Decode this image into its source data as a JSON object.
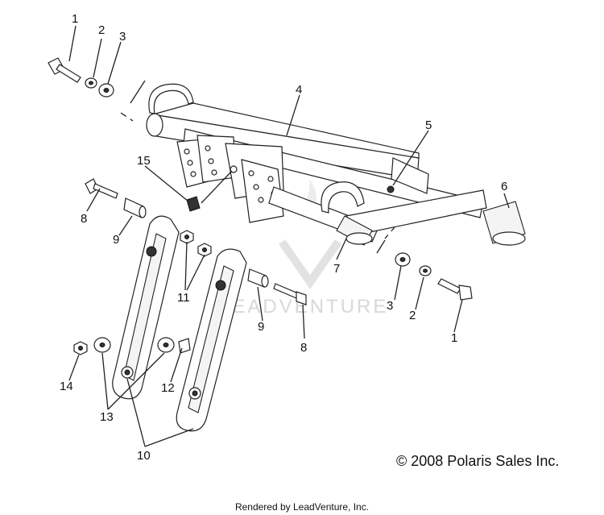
{
  "diagram": {
    "watermark": "LEADVENTURE",
    "callouts": [
      {
        "id": "c1a",
        "label": "1"
      },
      {
        "id": "c2a",
        "label": "2"
      },
      {
        "id": "c3a",
        "label": "3"
      },
      {
        "id": "c4",
        "label": "4"
      },
      {
        "id": "c5",
        "label": "5"
      },
      {
        "id": "c6",
        "label": "6"
      },
      {
        "id": "c15",
        "label": "15"
      },
      {
        "id": "c8a",
        "label": "8"
      },
      {
        "id": "c9a",
        "label": "9"
      },
      {
        "id": "c11",
        "label": "11"
      },
      {
        "id": "c7",
        "label": "7"
      },
      {
        "id": "c3b",
        "label": "3"
      },
      {
        "id": "c2b",
        "label": "2"
      },
      {
        "id": "c1b",
        "label": "1"
      },
      {
        "id": "c9b",
        "label": "9"
      },
      {
        "id": "c8b",
        "label": "8"
      },
      {
        "id": "c12",
        "label": "12"
      },
      {
        "id": "c14",
        "label": "14"
      },
      {
        "id": "c13",
        "label": "13"
      },
      {
        "id": "c10",
        "label": "10"
      }
    ]
  },
  "footer": {
    "copyright": "© 2008 Polaris Sales Inc.",
    "rendered_by": "Rendered by LeadVenture, Inc."
  }
}
